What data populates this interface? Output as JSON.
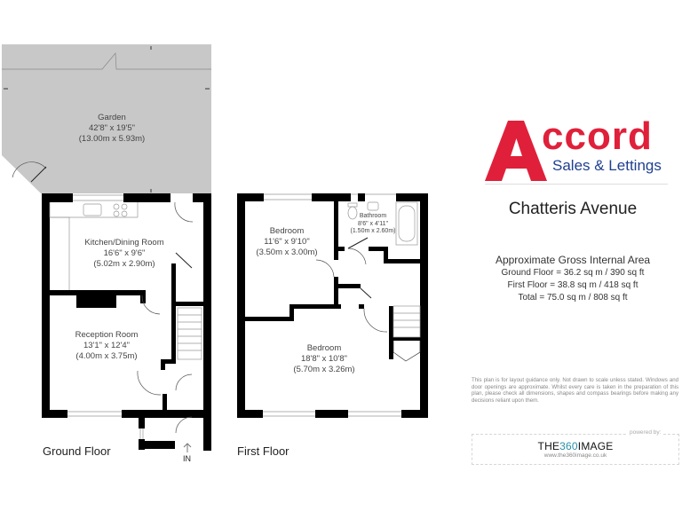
{
  "branding": {
    "company_name": "Accord",
    "company_tagline": "Sales & Lettings",
    "logo_red": "#e0203a",
    "logo_blue": "#1f3f8f"
  },
  "property": {
    "address": "Chatteris Avenue"
  },
  "area_summary": {
    "title": "Approximate Gross Internal Area",
    "lines": [
      "Ground Floor = 36.2 sq m / 390 sq ft",
      "First Floor = 38.8 sq m / 418 sq ft",
      "Total = 75.0 sq m / 808 sq ft"
    ]
  },
  "disclaimer": "This plan is for layout guidance only. Not drawn to scale unless stated. Windows and door openings are approximate. Whilst every care is taken in the preparation of this plan, please check all dimensions, shapes and compass bearings before making any decisions reliant upon them.",
  "powered_by": {
    "label": "powered by:",
    "brand_prefix": "THE",
    "brand_accent": "360",
    "brand_suffix": "IMAGE",
    "url": "www.the360image.co.uk",
    "accent_color": "#2a8fa8"
  },
  "floors": [
    {
      "title": "Ground Floor",
      "entrance_label": "IN",
      "rooms": [
        {
          "name": "Garden",
          "imperial": "42'8\" x 19'5\"",
          "metric": "(13.00m x 5.93m)"
        },
        {
          "name": "Kitchen/Dining Room",
          "imperial": "16'6\" x 9'6\"",
          "metric": "(5.02m x 2.90m)"
        },
        {
          "name": "Reception Room",
          "imperial": "13'1\" x 12'4\"",
          "metric": "(4.00m x 3.75m)"
        }
      ]
    },
    {
      "title": "First Floor",
      "rooms": [
        {
          "name": "Bedroom",
          "imperial": "11'6\" x 9'10\"",
          "metric": "(3.50m x 3.00m)"
        },
        {
          "name": "Bathroom",
          "imperial": "8'6\" x 4'11\"",
          "metric": "(1.50m x 2.60m)"
        },
        {
          "name": "Bedroom",
          "imperial": "18'8\" x 10'8\"",
          "metric": "(5.70m x 3.26m)"
        }
      ]
    }
  ],
  "colors": {
    "garden_fill": "#c8c8c8",
    "wall": "#000000"
  }
}
